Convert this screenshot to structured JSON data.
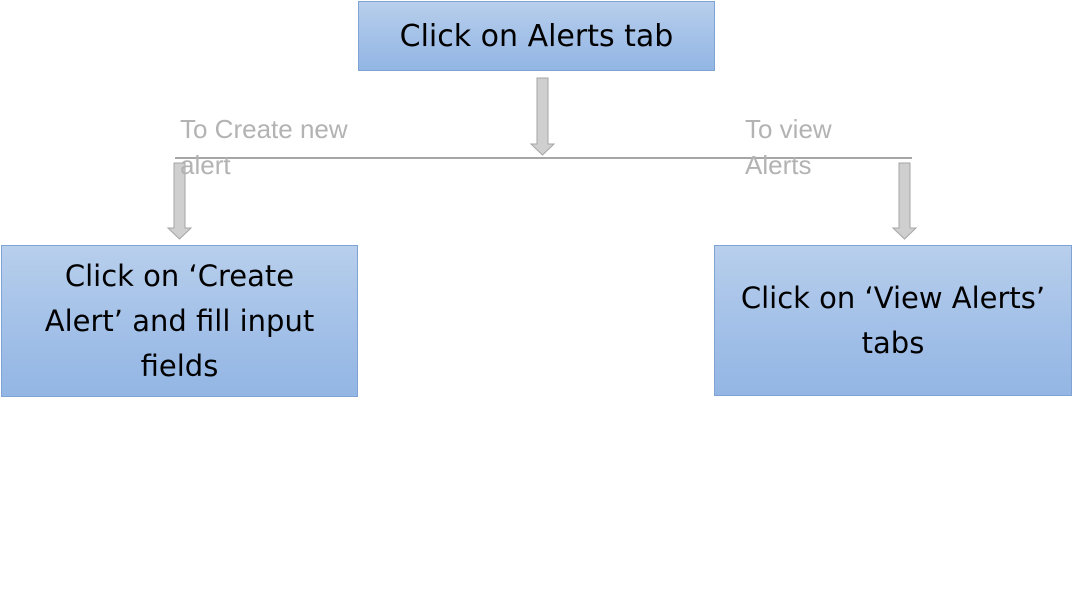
{
  "flow": {
    "top_node": {
      "text": "Click on Alerts tab"
    },
    "left_branch": {
      "label_lines": [
        "To Create new",
        "alert"
      ],
      "node_lines": [
        "Click on ‘Create",
        "Alert’ and fill input",
        "fields"
      ]
    },
    "right_branch": {
      "label_lines": [
        "To view",
        "Alerts"
      ],
      "node_lines": [
        "Click on ‘View Alerts’",
        "tabs"
      ]
    }
  },
  "colors": {
    "node_fill": "#a4c1e8",
    "node_border": "#7fa3d4",
    "connector": "#a6a6a6",
    "arrow_fill": "#cfcfcf",
    "label_text": "#b3b3b3"
  }
}
